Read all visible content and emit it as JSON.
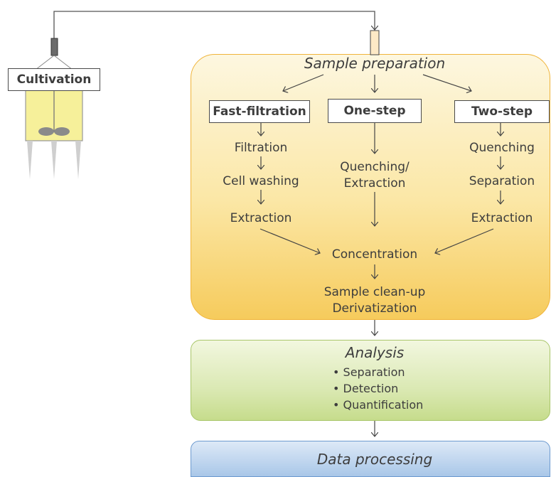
{
  "cultivation": {
    "label": "Cultivation"
  },
  "sample_preparation": {
    "title": "Sample preparation",
    "methods": [
      {
        "label": "Fast-filtration",
        "steps": [
          "Filtration",
          "Cell washing",
          "Extraction"
        ]
      },
      {
        "label": "One-step",
        "steps": [
          "Quenching/",
          "Extraction"
        ]
      },
      {
        "label": "Two-step",
        "steps": [
          "Quenching",
          "Separation",
          "Extraction"
        ]
      }
    ],
    "concentration": "Concentration",
    "cleanup": "Sample clean-up",
    "derivatization": "Derivatization"
  },
  "analysis": {
    "title": "Analysis",
    "bullets": [
      "Separation",
      "Detection",
      "Quantification"
    ]
  },
  "data_processing": {
    "title": "Data processing"
  },
  "colors": {
    "sample_box_top": "#fdf6dc",
    "sample_box_bottom": "#f7cf63",
    "analysis_top": "#f1f6dc",
    "analysis_bottom": "#c9df8f",
    "data_top": "#d9e7f6",
    "data_bottom": "#9fc1e6",
    "vessel_fill": "#f6f09a"
  }
}
